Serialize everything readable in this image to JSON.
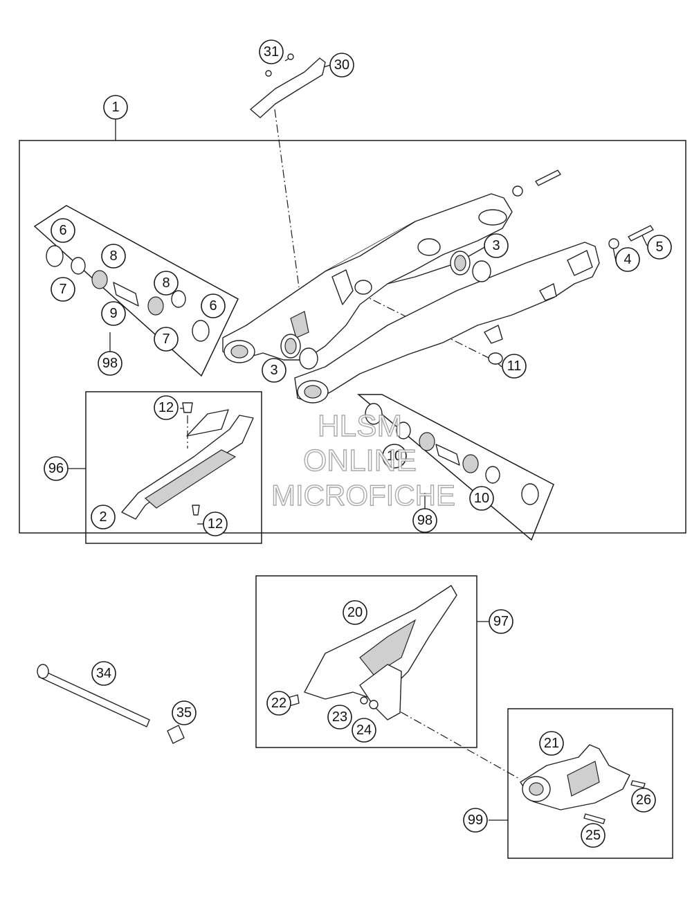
{
  "watermark": {
    "line1": "HLSM",
    "line2": "ONLINE",
    "line3": "MICROFICHE"
  },
  "callouts": {
    "c1": "1",
    "c2": "2",
    "c3a": "3",
    "c3b": "3",
    "c4": "4",
    "c5": "5",
    "c6a": "6",
    "c6b": "6",
    "c7a": "7",
    "c7b": "7",
    "c8a": "8",
    "c8b": "8",
    "c9": "9",
    "c10a": "10",
    "c10b": "10",
    "c11": "11",
    "c12a": "12",
    "c12b": "12",
    "c20": "20",
    "c21": "21",
    "c22": "22",
    "c23": "23",
    "c24": "24",
    "c25": "25",
    "c26": "26",
    "c30": "30",
    "c31": "31",
    "c34": "34",
    "c35": "35",
    "c96": "96",
    "c97": "97",
    "c98a": "98",
    "c98b": "98",
    "c99": "99"
  }
}
